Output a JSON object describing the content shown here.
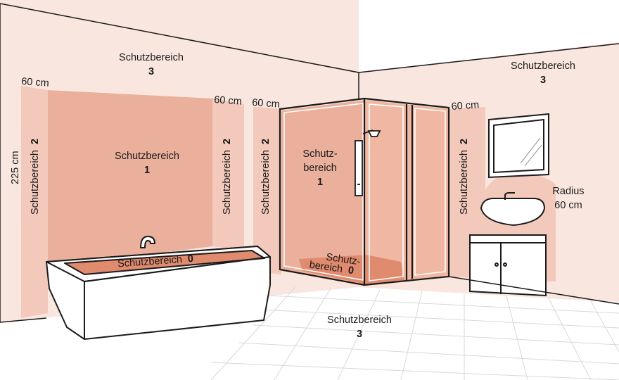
{
  "zone3_wall_left": {
    "name": "Schutzbereich",
    "num": "3"
  },
  "zone3_wall_right": {
    "name": "Schutzbereich",
    "num": "3"
  },
  "zone3_floor": {
    "name": "Schutzbereich",
    "num": "3"
  },
  "zone1_wall": {
    "name": "Schutzbereich",
    "num": "1"
  },
  "zone1_shower": {
    "line1": "Schutz-",
    "line2": "bereich",
    "num": "1"
  },
  "zone0_tub": {
    "name": "Schutzbereich",
    "num": "0"
  },
  "zone0_shower": {
    "line1": "Schutz-",
    "line2": "bereich",
    "num": "0"
  },
  "zone2_labels": {
    "name": "Schutzbereich",
    "num": "2"
  },
  "dims": {
    "sixty_cm": "60 cm",
    "height": "225 cm",
    "radius_line1": "Radius",
    "radius_line2": "60 cm"
  },
  "colors": {
    "zone3_wall": "#f9e7df",
    "zone2": "#f3c9bb",
    "zone1": "#eab09c",
    "zone0": "#e08a6e",
    "floor": "#ffffff",
    "outline": "#1a1a1a"
  }
}
